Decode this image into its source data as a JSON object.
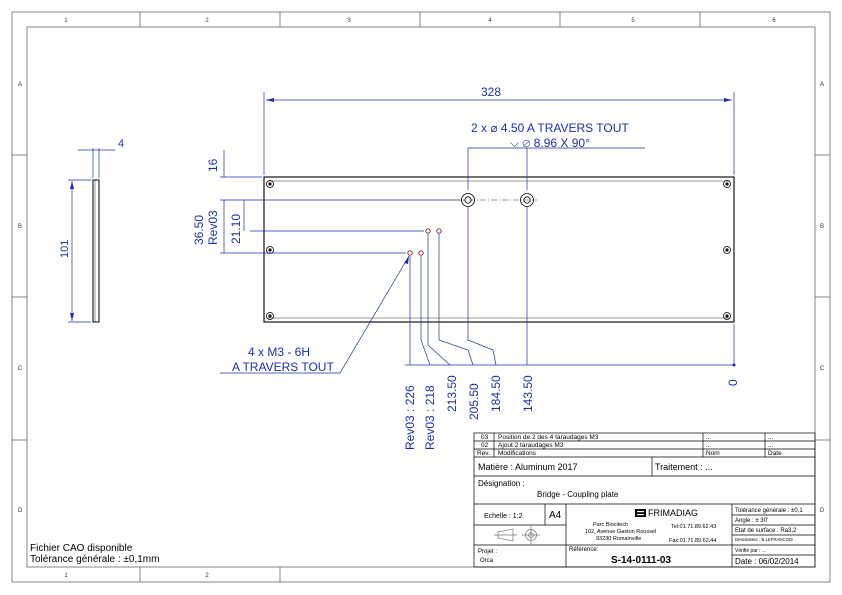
{
  "colors": {
    "dimension": "#1a2fb0",
    "part": "#000000",
    "frame": "#555555",
    "hole": "#8b1a1a"
  },
  "frame": {
    "columns_top": [
      "1",
      "2",
      "3",
      "4",
      "5",
      "6"
    ],
    "columns_bottom": [
      "1",
      "2"
    ],
    "rows": [
      "A",
      "B",
      "C",
      "D"
    ]
  },
  "side_view": {
    "thickness": "4",
    "height": "101"
  },
  "front_view": {
    "length": "328",
    "hole_note_line1": "2 x ⌀ 4.50 A TRAVERS TOUT",
    "hole_note_line2": "⌵ ⌀ 8.96 X 90°",
    "dim_16": "16",
    "dim_36_50": "36.50",
    "rev03_left": "Rev03",
    "dim_21_10": "21.10",
    "tap_note_line1": "4 x M3 - 6H",
    "tap_note_line2": "A TRAVERS TOUT",
    "ord_rev03_226": "Rev03 : 226",
    "ord_rev03_218": "Rev03 : 218",
    "ord_213_50": "213.50",
    "ord_205_50": "205.50",
    "ord_184_50": "184.50",
    "ord_143_50": "143.50",
    "ord_0": "0"
  },
  "notes": {
    "cad_file": "Fichier CAO disponible",
    "tolerance": "Tolérance générale : ±0,1mm"
  },
  "revisions": [
    {
      "rev": "03",
      "mod": "Position de 2 des 4 taraudages M3",
      "nom": "...",
      "date": "..."
    },
    {
      "rev": "02",
      "mod": "Ajout 2 taraudages M3",
      "nom": "...",
      "date": "..."
    }
  ],
  "revision_headers": {
    "rev": "Rev.",
    "mod": "Modifications",
    "nom": "Nom",
    "date": "Date"
  },
  "title_block": {
    "material": "Matière : Aluminum 2017",
    "treatment": "Traitement : ...",
    "designation_label": "Désignation :",
    "designation": "Bridge - Coupling plate",
    "scale": "Echelle : 1:2",
    "sheet_format": "A4",
    "company_logo": "FRIMADIAG",
    "address_1": "Parc Biocitech",
    "address_2": "102, Avenue Gaston Roussel",
    "address_3": "93230 Romainville",
    "tel": "Tel:01.71.89.62.43",
    "fax": "Fax:01.71.89.62.44",
    "tol_general": "Tolérance générale : ±0,1",
    "tol_angle": "Angle : ± 30'",
    "surface": "Etat de surface : Ra3,2",
    "drawer": "Dessinateur : B.LEFRANCOIS",
    "checked": "Vérifié par : ...",
    "date": "Date : 06/02/2014",
    "project_label": "Projet :",
    "project": "Orca",
    "reference_label": "Référence:",
    "reference": "S-14-0111-03"
  }
}
